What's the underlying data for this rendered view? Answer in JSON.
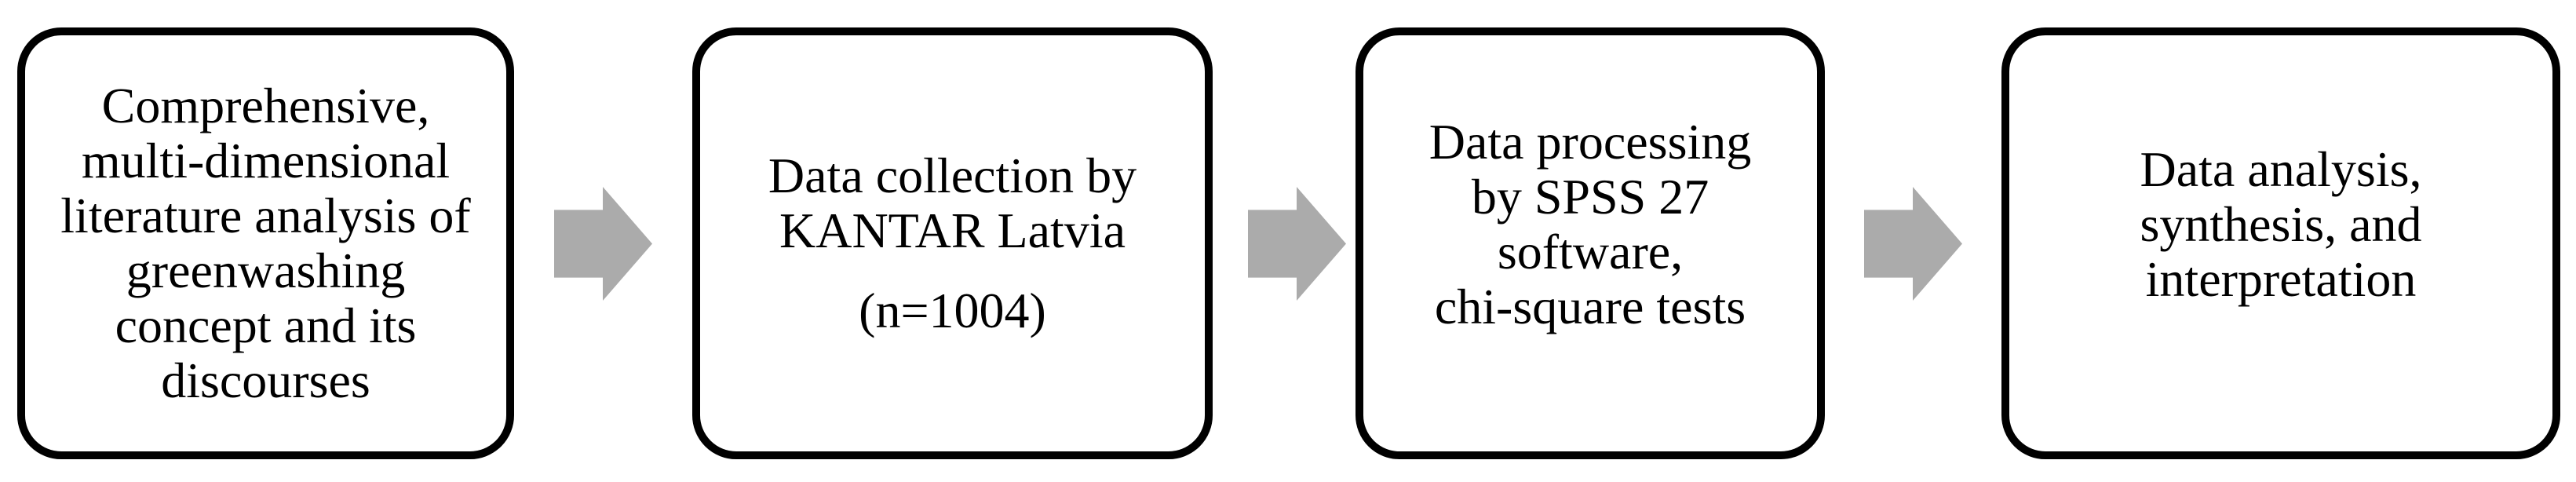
{
  "figure": {
    "type": "process-flow-diagram",
    "background_color": "#ffffff",
    "box_border_color": "#000000",
    "text_color": "#000000",
    "arrow_color": "#ABABAB",
    "direction": "left-to-right"
  },
  "steps": [
    {
      "text": "Comprehensive,\nmulti-dimensional\nliterature analysis of\ngreenwashing\nconcept and its\ndiscourses"
    },
    {
      "text": "Data collection by\nKANTAR Latvia",
      "subtext": "(n=1004)"
    },
    {
      "text": "Data processing\nby SPSS 27\nsoftware,\nchi-square tests"
    },
    {
      "text": "Data analysis,\nsynthesis, and\ninterpretation"
    }
  ]
}
